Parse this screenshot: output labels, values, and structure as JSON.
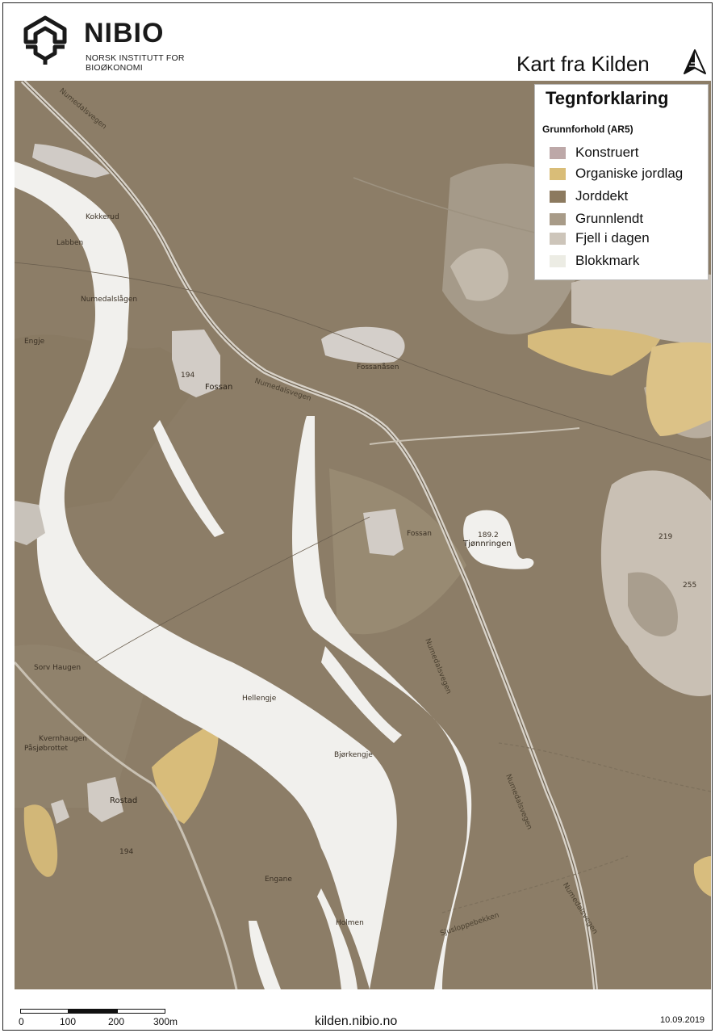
{
  "header": {
    "org_name": "NIBIO",
    "org_subtitle_line1": "NORSK INSTITUTT FOR",
    "org_subtitle_line2": "BIOØKONOMI",
    "map_title": "Kart fra Kilden"
  },
  "legend": {
    "title": "Tegnforklaring",
    "subtitle": "Grunnforhold (AR5)",
    "items": [
      {
        "label": "Konstruert",
        "color": "#bda8a8"
      },
      {
        "label": "Organiske jordlag",
        "color": "#d9bd78"
      },
      {
        "label": "Jorddekt",
        "color": "#8c7a5f"
      },
      {
        "label": "Grunnlendt",
        "color": "#a89b88"
      },
      {
        "label": "Fjell i dagen",
        "color": "#cdc5ba"
      },
      {
        "label": "Blokkmark",
        "color": "#ecece4"
      }
    ]
  },
  "map_labels": {
    "numedalsvegen_top": "Numedalsvegen",
    "kokkerud": "Kokkerud",
    "labben": "Labben",
    "numedalslagen": "Numedalslågen",
    "engje": "Engje",
    "fossan_west": "Fossan",
    "numedalsvegen_mid": "Numedalsvegen",
    "fossanasen": "Fossanåsen",
    "fossan_east": "Fossan",
    "tjonnringen_elev": "189.2",
    "tjonnringen": "Tjønnringen",
    "numedalsvegen_lower": "Numedalsvegen",
    "sorv_haugen": "Sorv Haugen",
    "hellengje": "Hellengje",
    "kvernhaugen": "Kvernhaugen",
    "pasjobrottet": "Påsjøbrottet",
    "bjorkengje": "Bjørkengje",
    "rostad": "Rostad",
    "numedalsvegen_se": "Numedalsvegen",
    "engane": "Engane",
    "holmen": "Holmen",
    "sjuslopebekken": "Sjusloppebekken",
    "numedalsvegen_bottom": "Numedalsvegen",
    "elev_194_a": "194",
    "elev_194_b": "194",
    "elev_219": "219",
    "elev_255": "255"
  },
  "footer": {
    "scale_labels": [
      "0",
      "100",
      "200",
      "300m"
    ],
    "url": "kilden.nibio.no",
    "date": "10.09.2019"
  }
}
